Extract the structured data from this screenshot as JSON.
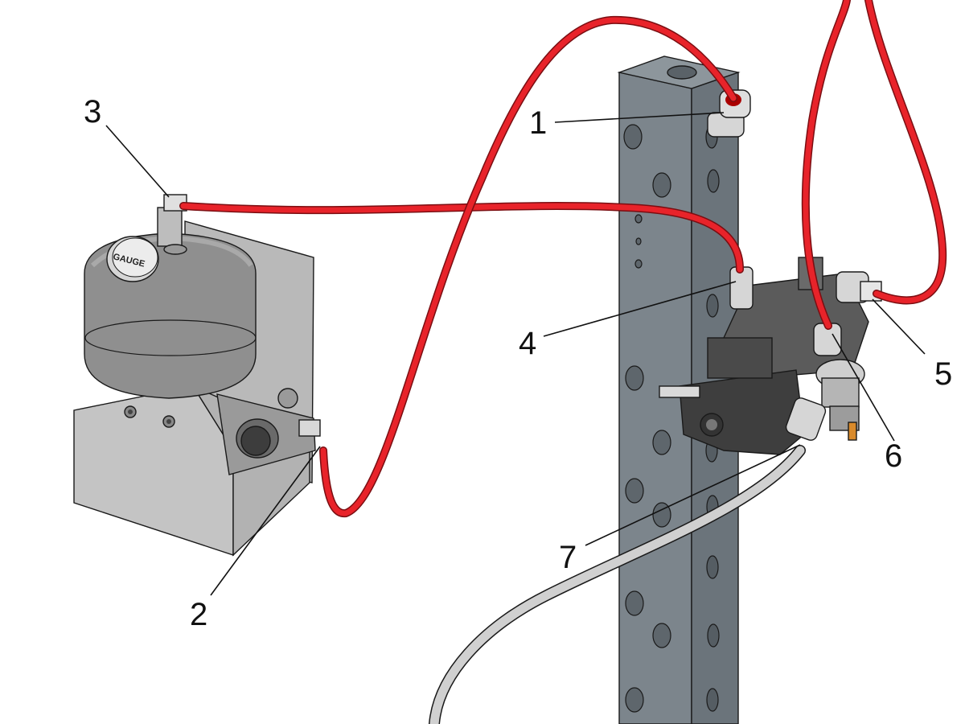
{
  "gauge_label": "GAUGE",
  "callouts": [
    {
      "id": "1",
      "label": "1"
    },
    {
      "id": "2",
      "label": "2"
    },
    {
      "id": "3",
      "label": "3"
    },
    {
      "id": "4",
      "label": "4"
    },
    {
      "id": "5",
      "label": "5"
    },
    {
      "id": "6",
      "label": "6"
    },
    {
      "id": "7",
      "label": "7"
    }
  ],
  "colors": {
    "air_line_red": "#e8232a",
    "gray_hose": "#d0d0d0",
    "column_front": "#7c858c",
    "column_side": "#6b747b",
    "bracket": "#c4c4c4",
    "tank": "#8f8f8f",
    "valve_body": "#4a4a4a"
  }
}
